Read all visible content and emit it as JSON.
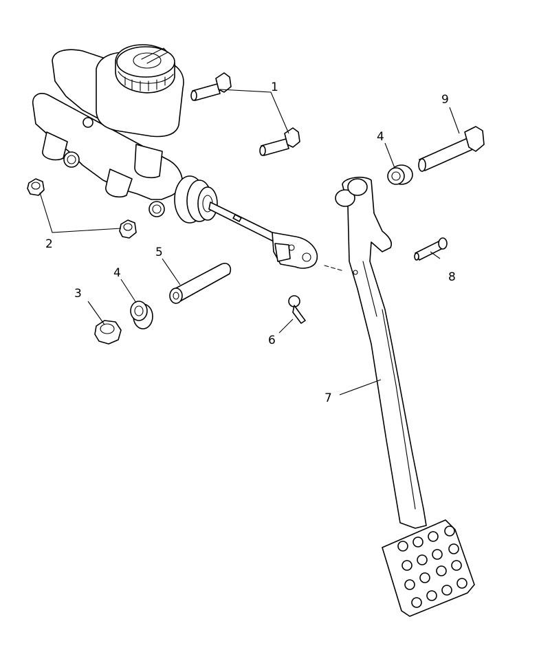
{
  "callouts": {
    "c1": "1",
    "c2": "2",
    "c3": "3",
    "c4a": "4",
    "c4b": "4",
    "c5": "5",
    "c6": "6",
    "c7": "7",
    "c8": "8",
    "c9": "9"
  },
  "colors": {
    "line": "#000000",
    "background": "#ffffff"
  }
}
